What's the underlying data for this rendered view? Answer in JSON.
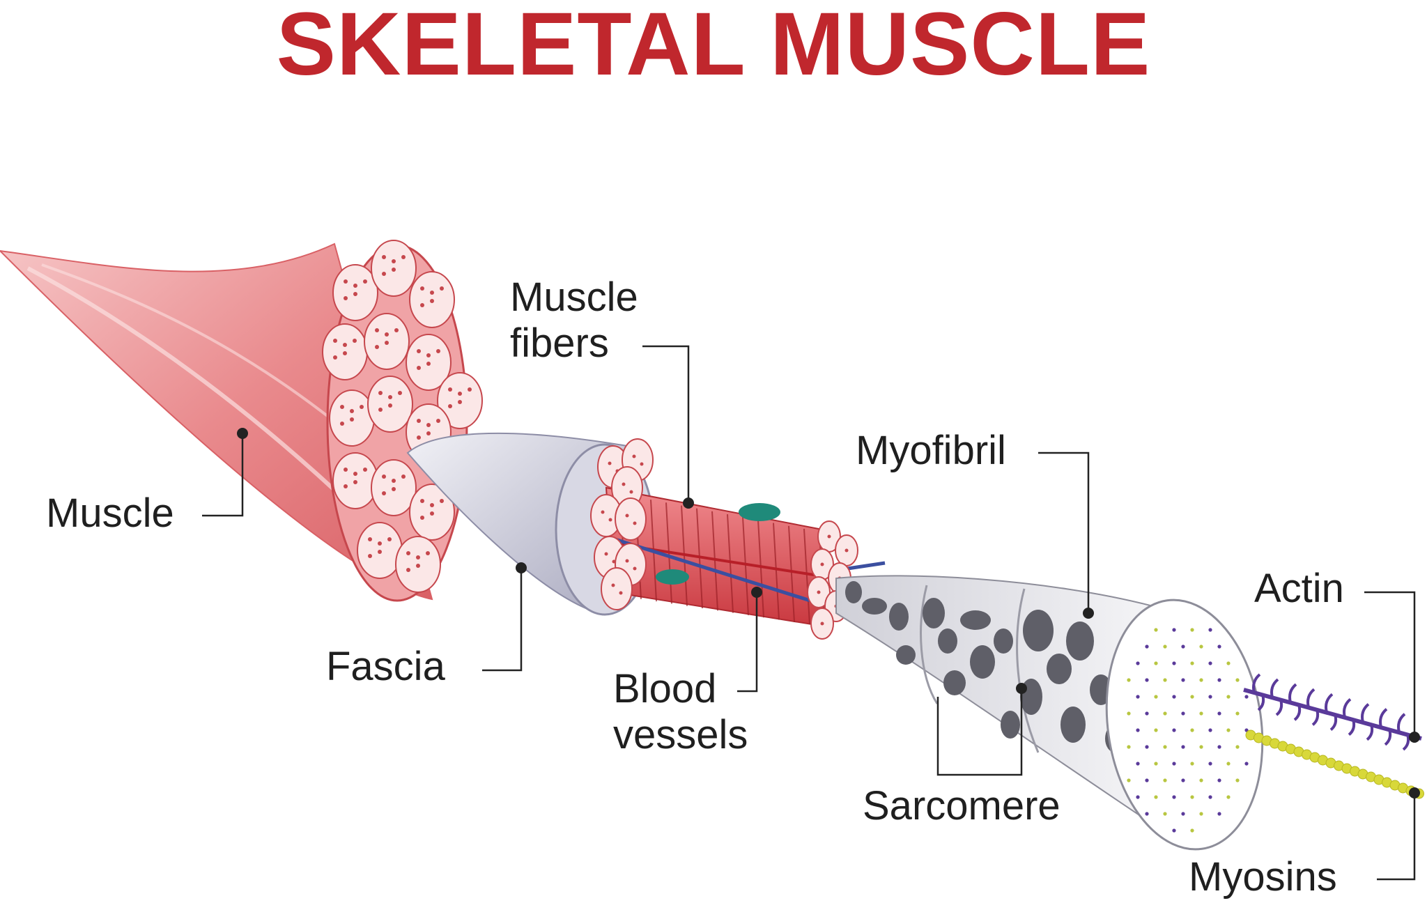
{
  "title": "SKELETAL MUSCLE",
  "labels": {
    "muscle": "Muscle",
    "fascia": "Fascia",
    "muscle_fibers_line1": "Muscle",
    "muscle_fibers_line2": "fibers",
    "blood_vessels_line1": "Blood",
    "blood_vessels_line2": "vessels",
    "myofibril": "Myofibril",
    "sarcomere": "Sarcomere",
    "actin": "Actin",
    "myosins": "Myosins"
  },
  "colors": {
    "title": "#c0272d",
    "muscle": "#e98a8d",
    "fascia": "#c9c9d8",
    "fiber_red": "#d9464c",
    "vein_blue": "#3b4fa0",
    "nucleus_teal": "#1f8a7a",
    "myofibril_grey": "#e6e6ea",
    "actin_purple": "#5a3a9a",
    "myosin_yellow": "#d8d83a",
    "leader": "#222222"
  }
}
